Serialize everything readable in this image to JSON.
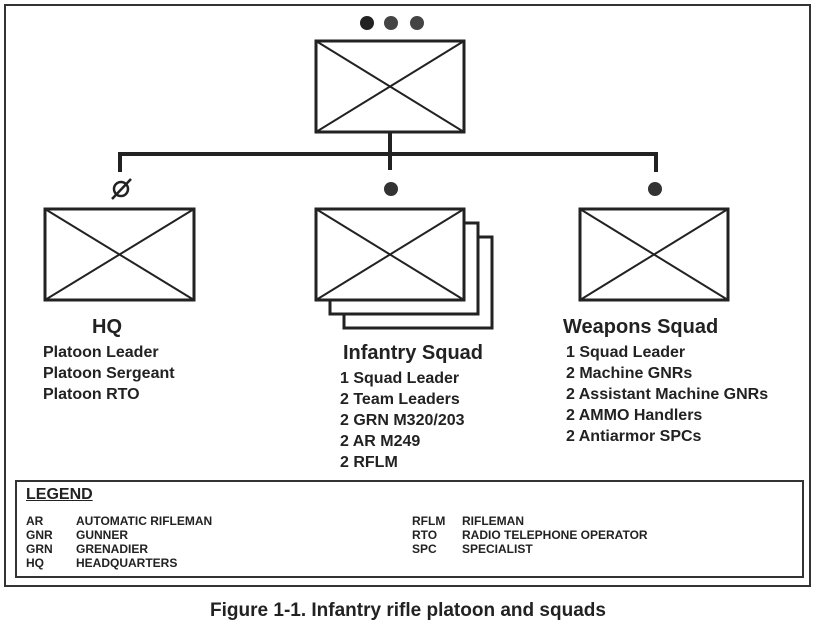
{
  "units": {
    "hq": {
      "title": "HQ",
      "lines": [
        "Platoon Leader",
        "Platoon Sergeant",
        "Platoon RTO"
      ]
    },
    "infantry_squad": {
      "title": "Infantry Squad",
      "lines": [
        "1 Squad Leader",
        "2 Team Leaders",
        "2 GRN M320/203",
        "2 AR M249",
        "2 RFLM"
      ]
    },
    "weapons_squad": {
      "title": "Weapons Squad",
      "lines": [
        "1 Squad Leader",
        "2 Machine GNRs",
        "2 Assistant Machine GNRs",
        "2 AMMO Handlers",
        "2 Antiarmor SPCs"
      ]
    }
  },
  "legend": {
    "title": "LEGEND",
    "entries": [
      {
        "abbr": "AR",
        "definition": "AUTOMATIC RIFLEMAN"
      },
      {
        "abbr": "GNR",
        "definition": "GUNNER"
      },
      {
        "abbr": "GRN",
        "definition": "GRENADIER"
      },
      {
        "abbr": "HQ",
        "definition": "HEADQUARTERS"
      },
      {
        "abbr": "RFLM",
        "definition": "RIFLEMAN"
      },
      {
        "abbr": "RTO",
        "definition": "RADIO TELEPHONE OPERATOR"
      },
      {
        "abbr": "SPC",
        "definition": "SPECIALIST"
      }
    ]
  },
  "caption": "Figure 1-1. Infantry rifle platoon and squads"
}
